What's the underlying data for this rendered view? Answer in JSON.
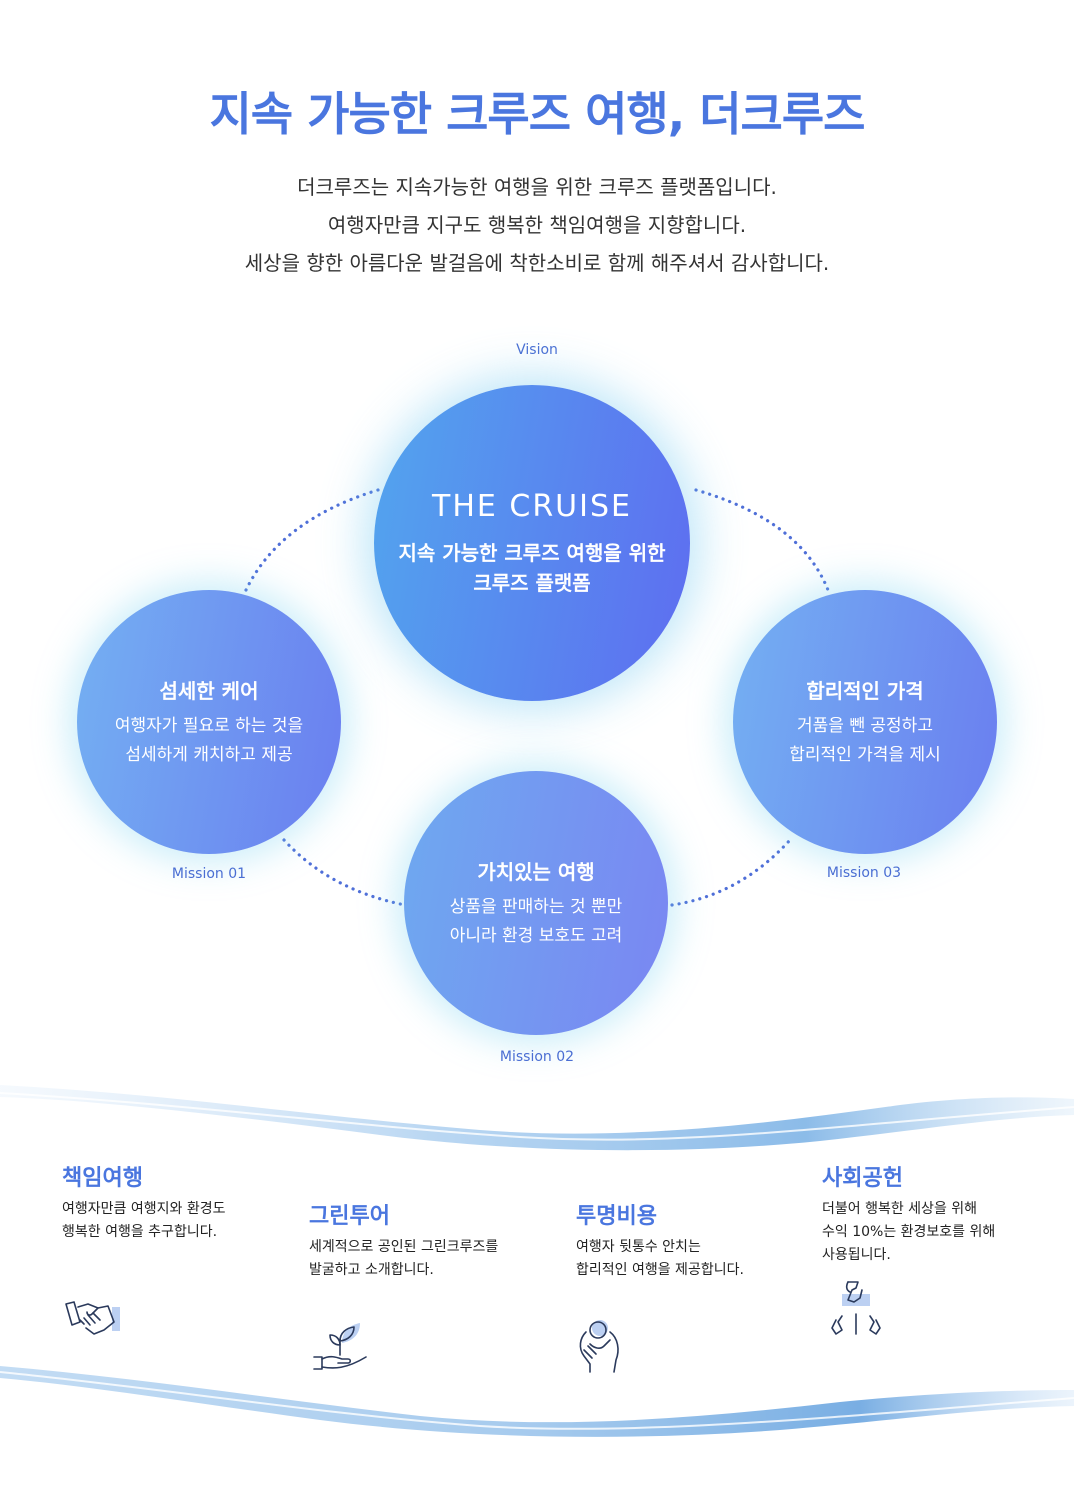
{
  "header": {
    "title": "지속 가능한 크루즈 여행, 더크루즈",
    "intro_lines": [
      "더크루즈는 지속가능한 여행을 위한 크루즈 플랫폼입니다.",
      "여행자만큼 지구도 행복한 책임여행을 지향합니다.",
      "세상을 향한 아름다운 발걸음에 착한소비로 함께 해주셔서 감사합니다."
    ]
  },
  "vision": {
    "label": "Vision",
    "en_title": "THE CRUISE",
    "lines": [
      "지속 가능한 크루즈 여행을 위한",
      "크루즈 플랫폼"
    ]
  },
  "missions": [
    {
      "label": "Mission 01",
      "title": "섬세한 케어",
      "lines": [
        "여행자가 필요로 하는 것을",
        "섬세하게 캐치하고 제공"
      ]
    },
    {
      "label": "Mission 02",
      "title": "가치있는 여행",
      "lines": [
        "상품을 판매하는 것 뿐만",
        "아니라 환경 보호도 고려"
      ]
    },
    {
      "label": "Mission 03",
      "title": "합리적인 가격",
      "lines": [
        "거품을 뺀 공정하고",
        "합리적인 가격을 제시"
      ]
    }
  ],
  "values": [
    {
      "title": "책임여행",
      "lines": [
        "여행자만큼 여행지와 환경도",
        "행복한 여행을 추구합니다."
      ],
      "icon": "handshake-icon"
    },
    {
      "title": "그린투어",
      "lines": [
        "세계적으로 공인된 그린크루즈를",
        "발굴하고 소개합니다."
      ],
      "icon": "plant-hand-icon"
    },
    {
      "title": "투명비용",
      "lines": [
        "여행자 뒷통수 안치는",
        "합리적인 여행을 제공합니다."
      ],
      "icon": "coin-hand-icon"
    },
    {
      "title": "사회공헌",
      "lines": [
        "더불어 행복한 세상을 위해",
        "수익 10%는 환경보호를 위해",
        "사용됩니다."
      ],
      "icon": "charity-hands-icon"
    }
  ],
  "colors": {
    "accent": "#4a76df",
    "label": "#4a6ed3",
    "dots": "#4f6fd8"
  }
}
